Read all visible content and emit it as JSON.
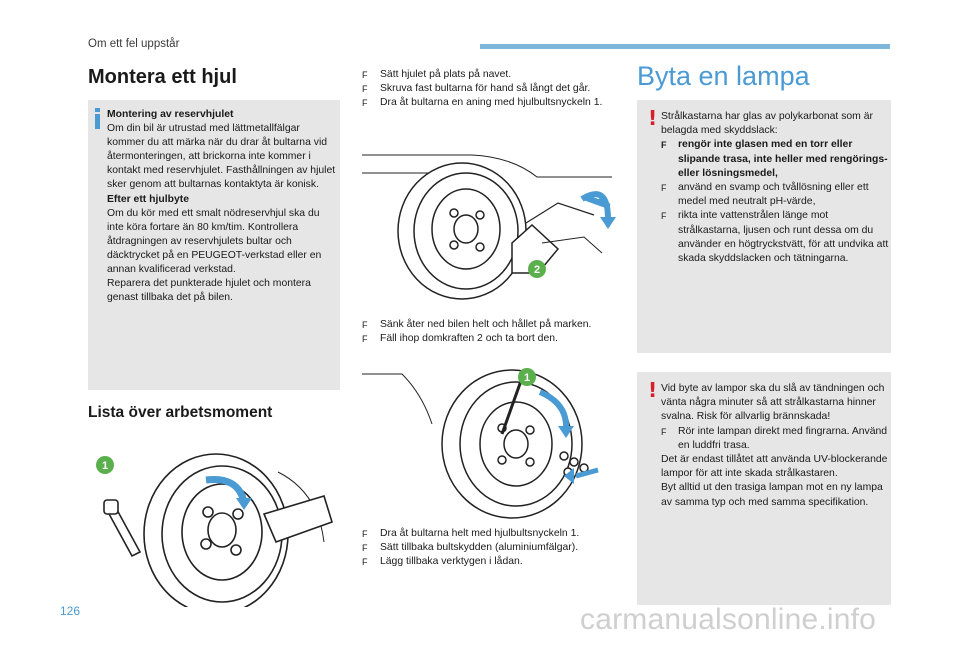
{
  "header": {
    "section": "Om ett fel uppstår"
  },
  "left": {
    "title": "Montera ett hjul",
    "info": {
      "heading1": "Montering av reservhjulet",
      "para1": "Om din bil är utrustad med lättmetallfälgar kommer du att märka när du drar åt bultarna vid återmonteringen, att brickorna inte kommer i kontakt med reservhjulet. Fasthållningen av hjulet sker genom att bultarnas kontaktyta är konisk.",
      "heading2": "Efter ett hjulbyte",
      "para2": "Om du kör med ett smalt nödreservhjul ska du inte köra fortare än 80 km/tim. Kontrollera åtdragningen av reservhjulets bultar och däcktrycket på en PEUGEOT-verkstad eller en annan kvalificerad verkstad.",
      "para3": "Reparera det punkterade hjulet och montera genast tillbaka det på bilen."
    },
    "subtitle": "Lista över arbetsmoment",
    "figure_callout": "1"
  },
  "middle": {
    "bullet_glyph": "F",
    "steps1": [
      "Sätt hjulet på plats på navet.",
      "Skruva fast bultarna för hand så långt det går.",
      "Dra åt bultarna en aning med hjulbultsnyckeln 1."
    ],
    "figure1_callout": "2",
    "steps2": [
      "Sänk åter ned bilen helt och hållet på marken.",
      "Fäll ihop domkraften 2 och ta bort den."
    ],
    "figure2_callout": "1",
    "steps3": [
      "Dra åt bultarna helt med hjulbultsnyckeln 1.",
      "Sätt tillbaka bultskydden (aluminiumfälgar).",
      "Lägg tillbaka verktygen i lådan."
    ]
  },
  "right": {
    "title": "Byta en lampa",
    "warning_glyph": "!",
    "warn1": {
      "intro": "Strålkastarna har glas av polykarbonat som är belagda med skyddslack:",
      "bullets": [
        "rengör inte glasen med en torr eller slipande trasa, inte heller med rengörings- eller lösningsmedel,",
        "använd en svamp och tvållösning eller ett medel med neutralt pH-värde,",
        "rikta inte vattenstrålen länge mot strålkastarna, ljusen och runt dessa om du använder en högtryckstvätt, för att undvika att skada skyddslacken och tätningarna."
      ]
    },
    "warn2": {
      "intro": "Vid byte av lampor ska du slå av tändningen och vänta några minuter så att strålkastarna hinner svalna. Risk för allvarlig brännskada!",
      "bullet": "Rör inte lampan direkt med fingrarna. Använd en luddfri trasa.",
      "para2": "Det är endast tillåtet att använda UV-blockerande lampor för att inte skada strålkastaren.",
      "para3": "Byt alltid ut den trasiga lampan mot en ny lampa av samma typ och med samma specifikation."
    }
  },
  "footer": {
    "page_number": "126",
    "watermark": "carmanualsonline.info"
  },
  "colors": {
    "accent": "#4a9ad4",
    "callout": "#5bb04d",
    "warning": "#d6202c",
    "box": "#e6e6e6"
  }
}
